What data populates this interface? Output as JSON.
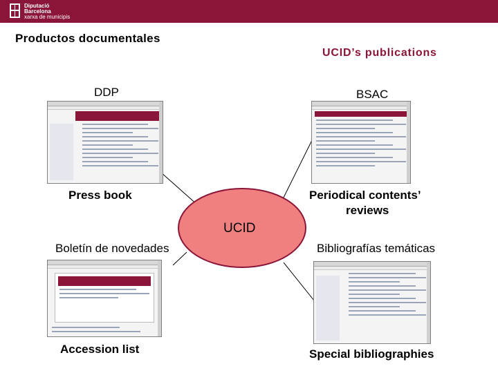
{
  "header": {
    "logo_line1": "Diputació",
    "logo_line2": "Barcelona",
    "logo_line3": "xarxa de municipis"
  },
  "titles": {
    "spanish": "Productos documentales",
    "english": "UCID’s publications"
  },
  "center": {
    "label": "UCID",
    "fill": "#f08080",
    "stroke": "#8a1538"
  },
  "products": {
    "ddp": "DDP",
    "press_book": "Press book",
    "bsac": "BSAC",
    "periodical_line1": "Periodical contents’",
    "periodical_line2": "reviews",
    "boletin": "Boletín de novedades",
    "accession": "Accession list",
    "bibliografias": "Bibliografías temáticas",
    "special": "Special bibliographies"
  },
  "colors": {
    "brand": "#8a1538",
    "accent": "#8a1538"
  }
}
